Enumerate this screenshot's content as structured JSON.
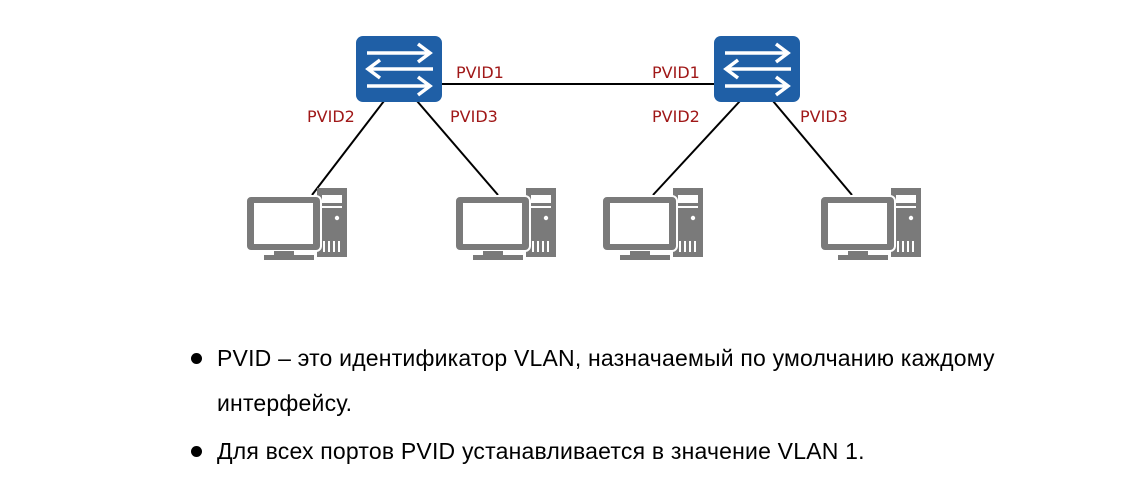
{
  "diagram": {
    "switches": [
      {
        "name": "switch-left",
        "icon": "switch-icon",
        "color": "#1f5fa6"
      },
      {
        "name": "switch-right",
        "icon": "switch-icon",
        "color": "#1f5fa6"
      }
    ],
    "pcs": [
      {
        "name": "pc-1",
        "icon": "desktop-computer-icon",
        "color": "#7a7a7a"
      },
      {
        "name": "pc-2",
        "icon": "desktop-computer-icon",
        "color": "#7a7a7a"
      },
      {
        "name": "pc-3",
        "icon": "desktop-computer-icon",
        "color": "#7a7a7a"
      },
      {
        "name": "pc-4",
        "icon": "desktop-computer-icon",
        "color": "#7a7a7a"
      }
    ],
    "labels": {
      "left_trunk": "PVID1",
      "right_trunk": "PVID1",
      "left_pc1": "PVID2",
      "left_pc2": "PVID3",
      "right_pc1": "PVID2",
      "right_pc2": "PVID3"
    },
    "label_color": "#a01818"
  },
  "bullets": [
    "PVID – это идентификатор VLAN, назначаемый по умолчанию каждому интерфейсу.",
    "Для всех портов PVID устанавливается в значение VLAN 1."
  ]
}
